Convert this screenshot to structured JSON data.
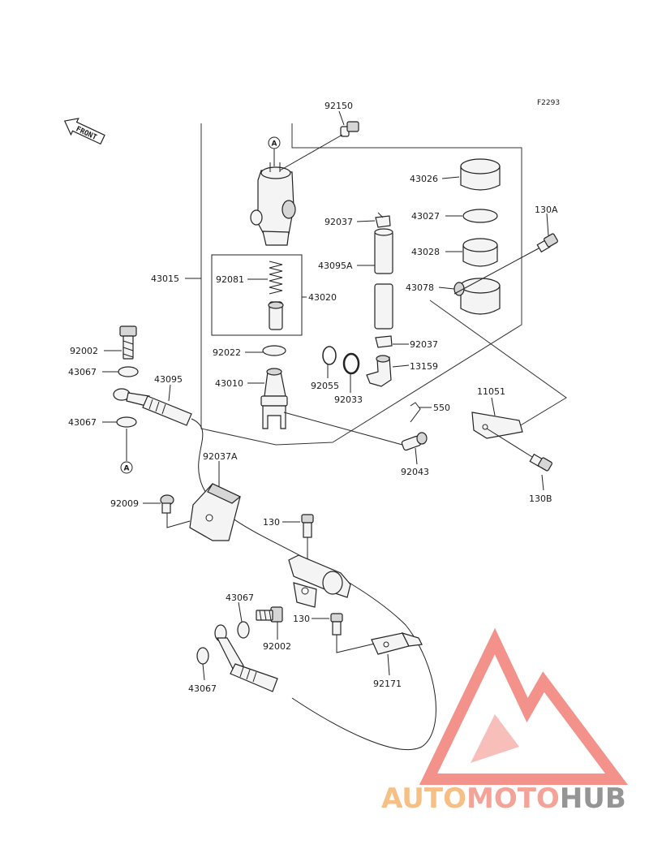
{
  "figure_code": "F2293",
  "front_label": "FRONT",
  "ref_letter": "A",
  "watermark": {
    "part1": "AUTO",
    "part2": "MOTO",
    "part3": "HUB",
    "color_auto": "#f6b97a",
    "color_moto": "#f29a8c",
    "color_hub": "#8a8a8a",
    "logo_color": "#f07f76"
  },
  "parts": {
    "p92150": "92150",
    "p43026": "43026",
    "p92037a": "92037",
    "p43027": "43027",
    "p130a": "130A",
    "p43028": "43028",
    "p43015": "43015",
    "p92081": "92081",
    "p43095a": "43095A",
    "p43020": "43020",
    "p43078": "43078",
    "p92002a": "92002",
    "p92022": "92022",
    "p92037b": "92037",
    "p43067a": "43067",
    "p43095": "43095",
    "p13159": "13159",
    "p43010": "43010",
    "p92055": "92055",
    "p92033": "92033",
    "p11051": "11051",
    "p550": "550",
    "p43067b": "43067",
    "p92043": "92043",
    "p92037c": "92037A",
    "p130b": "130B",
    "p92009": "92009",
    "p130c": "130",
    "p43067c": "43067",
    "p130d": "130",
    "p92002b": "92002",
    "p92171": "92171",
    "p43067d": "43067"
  }
}
